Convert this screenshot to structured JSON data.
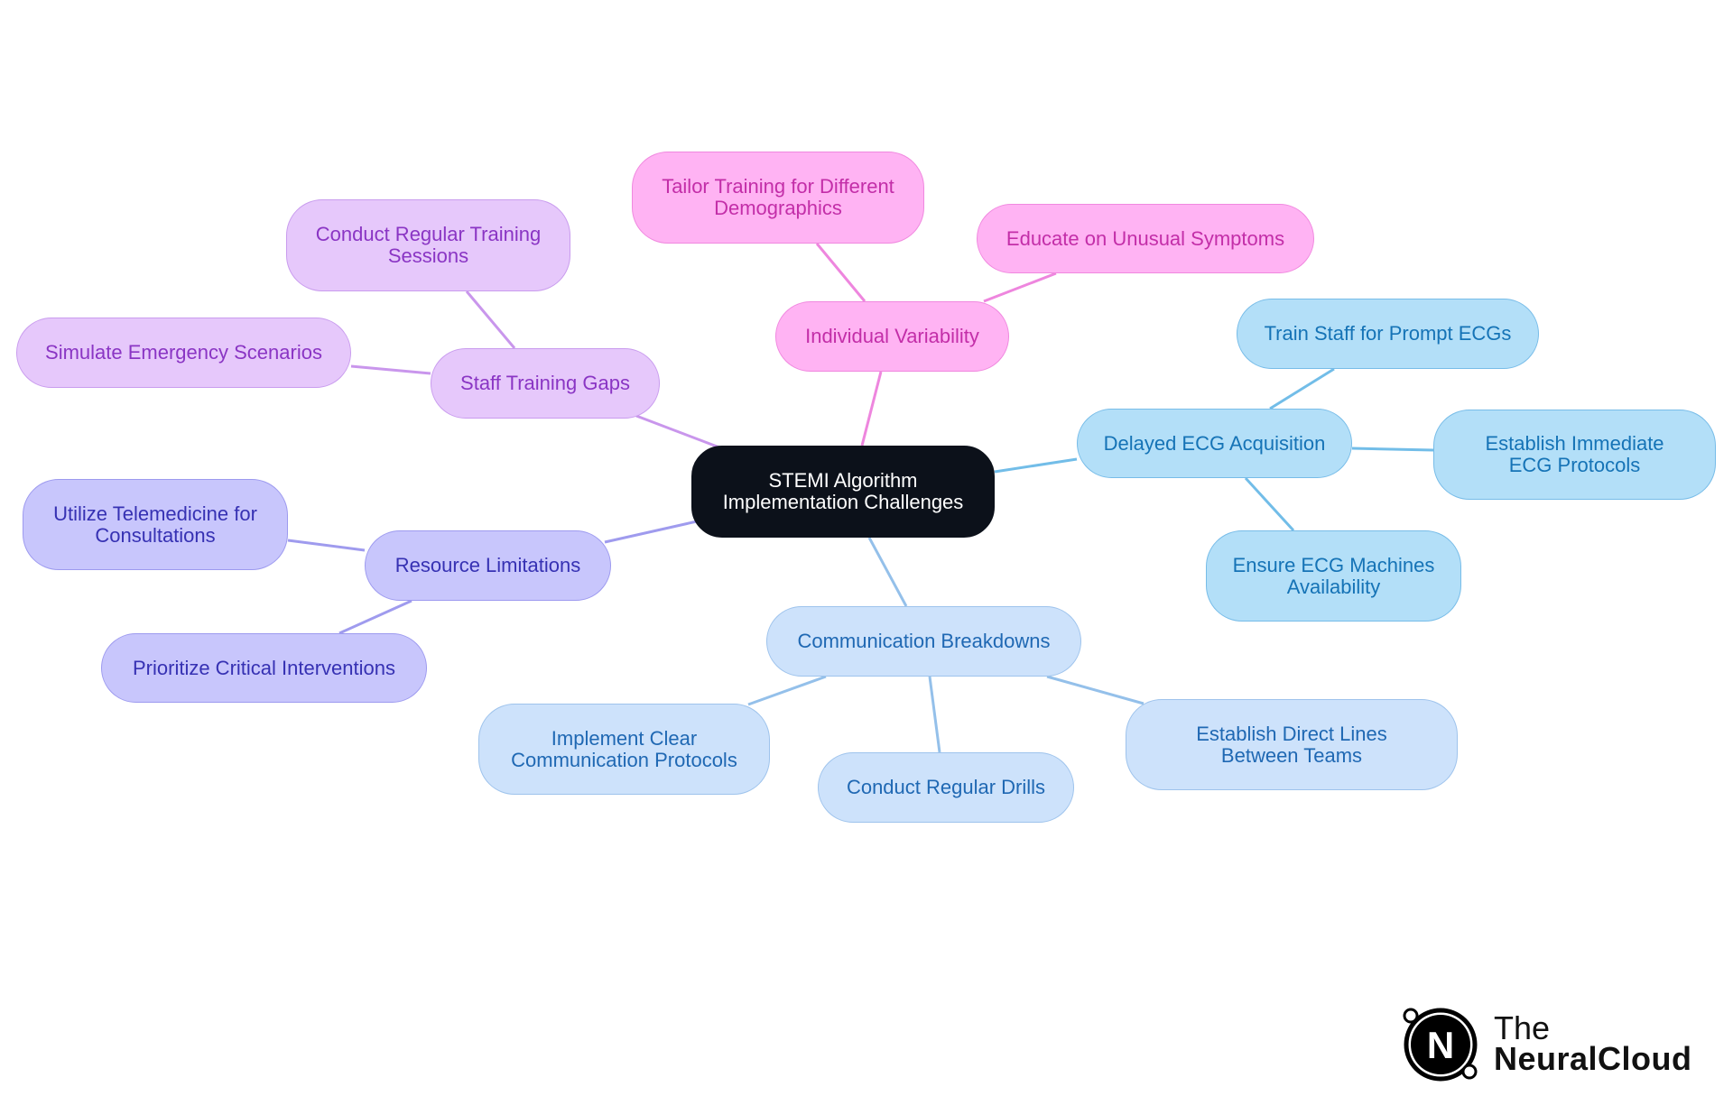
{
  "diagram": {
    "central": "STEMI Algorithm Implementation Challenges",
    "branches": {
      "individual_variability": {
        "label": "Individual Variability",
        "children": [
          "Tailor Training for Different Demographics",
          "Educate on Unusual Symptoms"
        ]
      },
      "staff_training_gaps": {
        "label": "Staff Training Gaps",
        "children": [
          "Conduct Regular Training Sessions",
          "Simulate Emergency Scenarios"
        ]
      },
      "resource_limitations": {
        "label": "Resource Limitations",
        "children": [
          "Utilize Telemedicine for Consultations",
          "Prioritize Critical Interventions"
        ]
      },
      "delayed_ecg": {
        "label": "Delayed ECG Acquisition",
        "children": [
          "Train Staff for Prompt ECGs",
          "Establish Immediate ECG Protocols",
          "Ensure ECG Machines Availability"
        ]
      },
      "communication": {
        "label": "Communication Breakdowns",
        "children": [
          "Implement Clear Communication Protocols",
          "Conduct Regular Drills",
          "Establish Direct Lines Between Teams"
        ]
      }
    },
    "colors": {
      "pink": "#ffb3f3",
      "lilac": "#e6c8fb",
      "indigo": "#c8c6fc",
      "sky": "#b3dff8",
      "pale_blue": "#cde2fb",
      "central": "#0c111a"
    }
  },
  "logo": {
    "line1": "The",
    "line2": "NeuralCloud",
    "mark": "N",
    "icon": "neuralcloud-logo-icon"
  }
}
